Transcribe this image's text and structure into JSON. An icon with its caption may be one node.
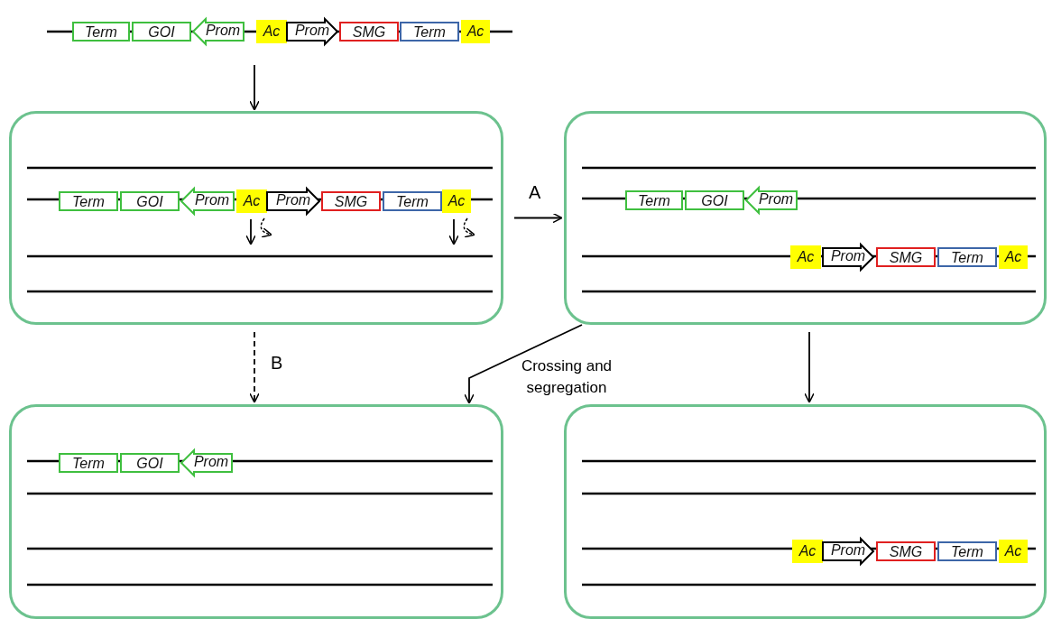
{
  "diagram": {
    "nodes": [
      {
        "text": [
          "Term"
        ]
      },
      {
        "text": [
          "GOI"
        ]
      },
      {
        "text": [
          "Prom"
        ]
      },
      {
        "text": [
          "Ac"
        ]
      },
      {
        "text": [
          "Prom"
        ]
      },
      {
        "text": [
          "SMG"
        ]
      },
      {
        "text": [
          "Term"
        ]
      },
      {
        "text": [
          "Ac"
        ]
      },
      {
        "text": [],
        "shape": "box"
      },
      {
        "text": [
          "Term"
        ],
        "in": 8
      },
      {
        "text": [
          "GOI"
        ],
        "in": 8
      },
      {
        "text": [
          "Prom"
        ],
        "in": 8
      },
      {
        "text": [
          "Ac"
        ],
        "in": 8
      },
      {
        "text": [
          "Prom"
        ],
        "in": 8
      },
      {
        "text": [
          "SMG"
        ],
        "in": 8
      },
      {
        "text": [
          "Term"
        ],
        "in": 8
      },
      {
        "text": [
          "Ac"
        ],
        "in": 8
      },
      {
        "text": [],
        "shape": "box"
      },
      {
        "text": [
          "Term"
        ],
        "in": 17
      },
      {
        "text": [
          "GOI"
        ],
        "in": 17
      },
      {
        "text": [
          "Prom"
        ],
        "in": 17
      },
      {
        "text": [
          "Ac"
        ],
        "in": 17
      },
      {
        "text": [
          "Prom"
        ],
        "in": 17
      },
      {
        "text": [
          "SMG"
        ],
        "in": 17
      },
      {
        "text": [
          "Term"
        ],
        "in": 17
      },
      {
        "text": [
          "Ac"
        ],
        "in": 17
      },
      {
        "text": [],
        "shape": "box"
      },
      {
        "text": [
          "Term"
        ],
        "in": 26
      },
      {
        "text": [
          "GOI"
        ],
        "in": 26
      },
      {
        "text": [
          "Prom"
        ],
        "in": 26
      },
      {
        "text": [],
        "shape": "box"
      },
      {
        "text": [
          "Ac"
        ],
        "in": 30
      },
      {
        "text": [
          "Prom"
        ],
        "in": 30
      },
      {
        "text": [
          "SMG"
        ],
        "in": 30
      },
      {
        "text": [
          "Term"
        ],
        "in": 30
      },
      {
        "text": [
          "Ac"
        ],
        "in": 30
      }
    ],
    "edges": [
      {
        "from": null,
        "to": 8,
        "arrow": "to"
      },
      {
        "from": 8,
        "to": 17,
        "arrow": "to",
        "label": "A"
      },
      {
        "from": 8,
        "to": 26,
        "arrow": "to",
        "label": "B",
        "style": "dashed"
      },
      {
        "from": 17,
        "to": 26,
        "arrow": "to"
      },
      {
        "from": 17,
        "to": 30,
        "arrow": "to"
      }
    ],
    "labels": [
      "Crossing and segregation"
    ]
  }
}
